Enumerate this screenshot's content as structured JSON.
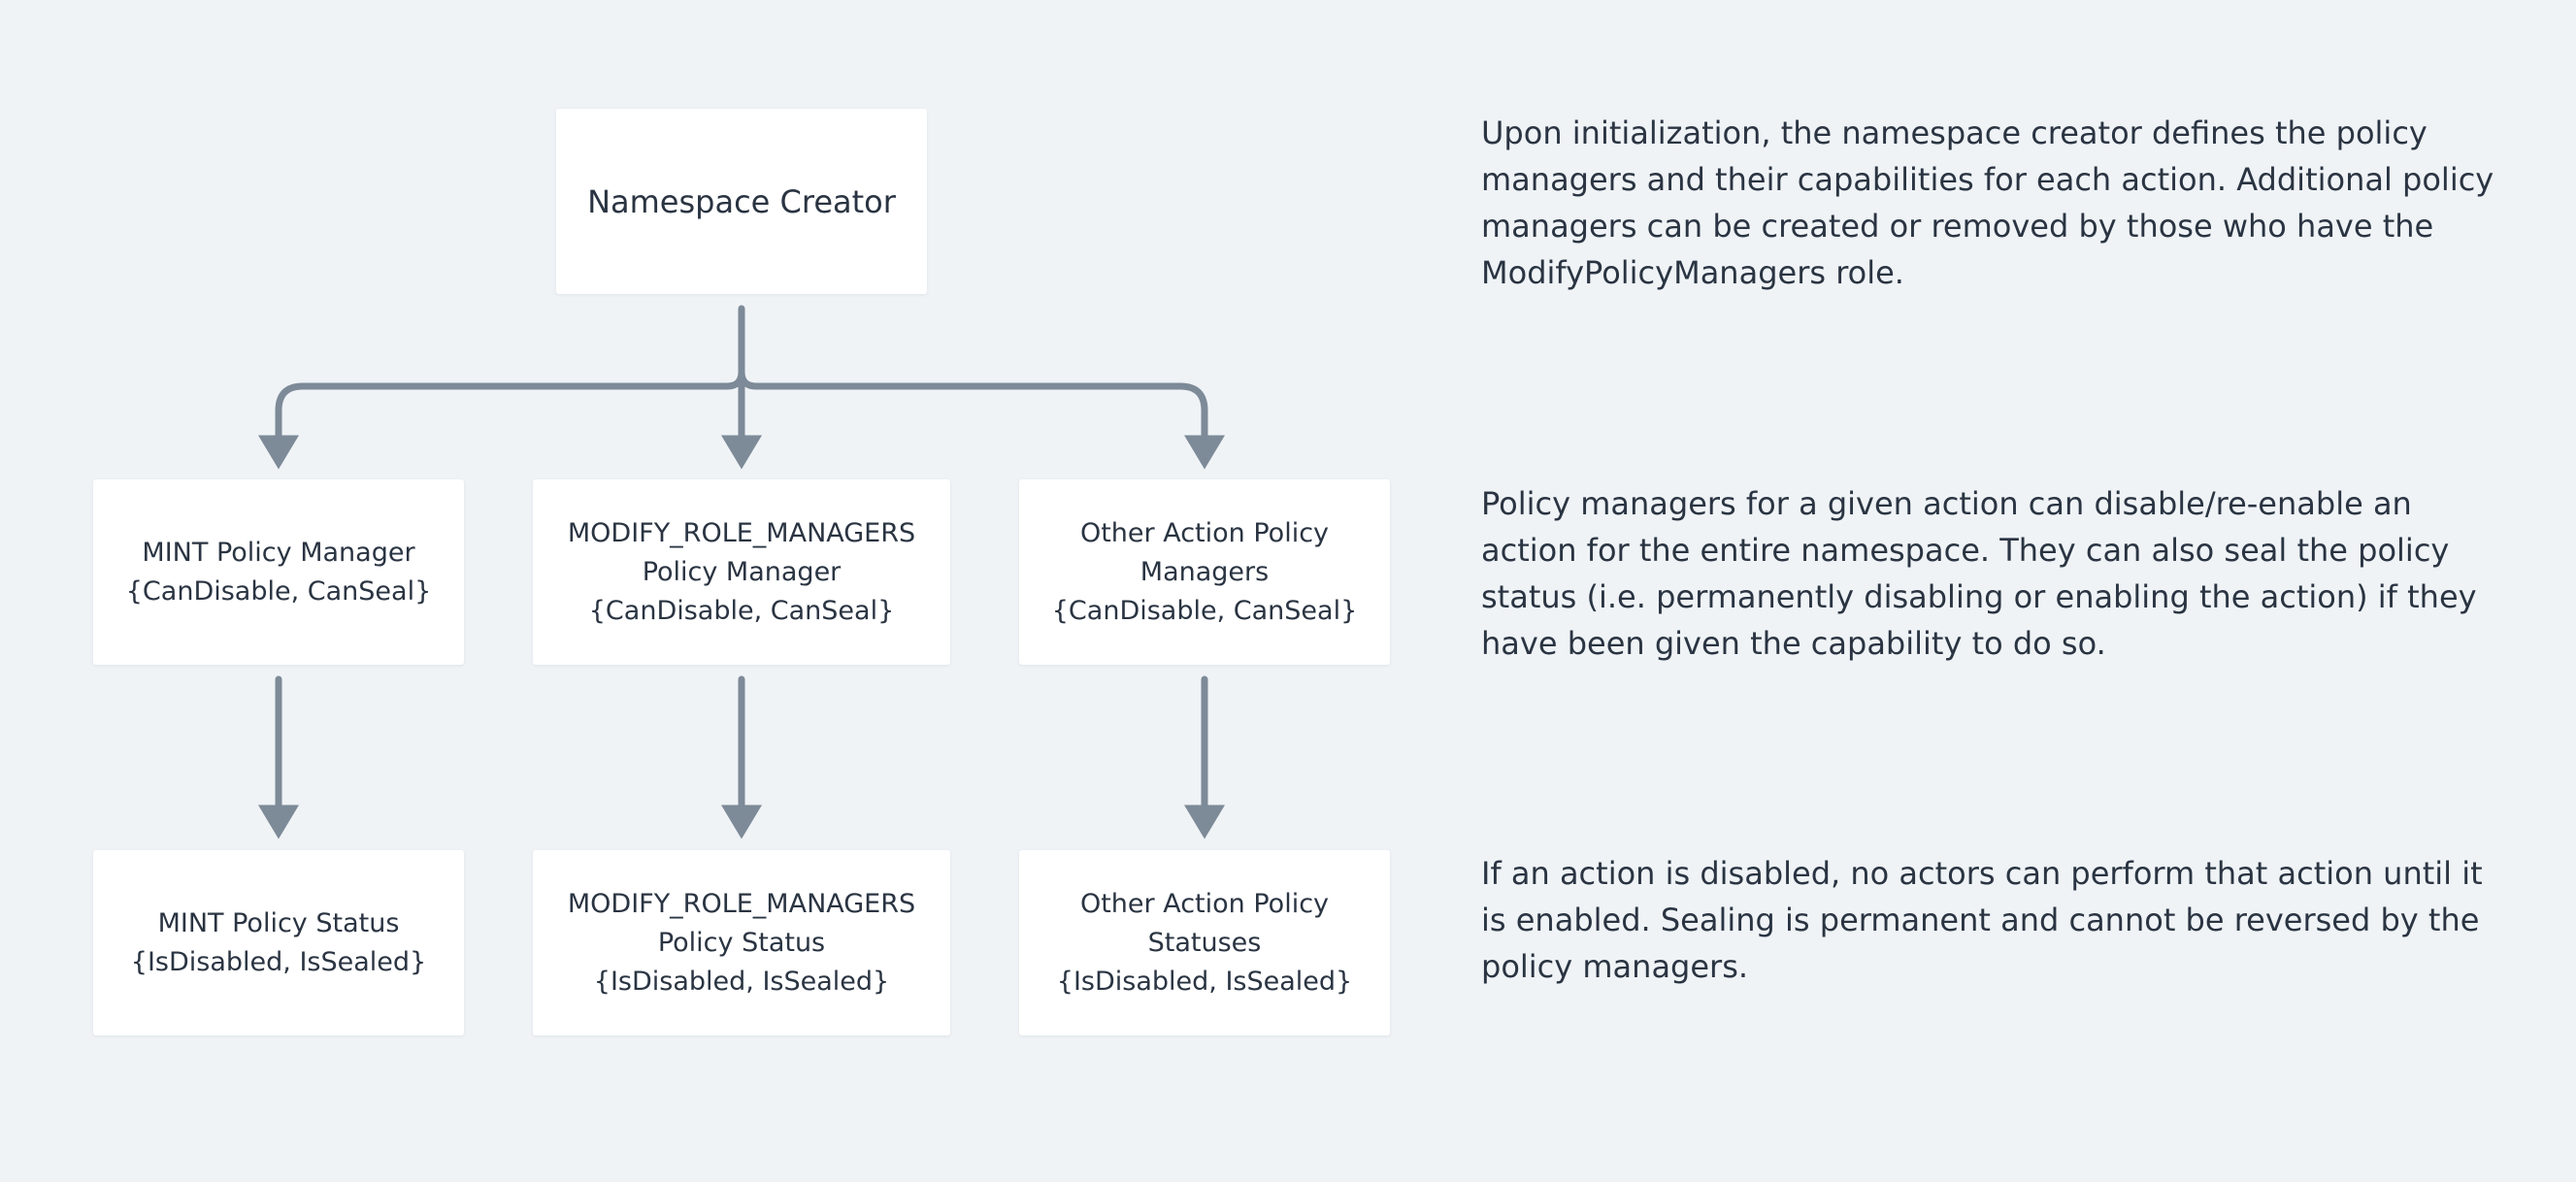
{
  "diagram": {
    "root": {
      "label": "Namespace Creator"
    },
    "managers": [
      {
        "label": "MINT Policy Manager\n{CanDisable, CanSeal}"
      },
      {
        "label": "MODIFY_ROLE_MANAGERS\nPolicy Manager\n{CanDisable, CanSeal}"
      },
      {
        "label": "Other Action Policy\nManagers\n{CanDisable, CanSeal}"
      }
    ],
    "statuses": [
      {
        "label": "MINT Policy Status\n{IsDisabled, IsSealed}"
      },
      {
        "label": "MODIFY_ROLE_MANAGERS\nPolicy Status\n{IsDisabled, IsSealed}"
      },
      {
        "label": "Other Action Policy\nStatuses\n{IsDisabled, IsSealed}"
      }
    ],
    "connector_color": "#7d8a98"
  },
  "notes": [
    "Upon initialization, the namespace creator defines the policy managers and their capabilities for each action. Additional policy managers can be created or removed by those who have the ModifyPolicyManagers role.",
    "Policy managers for a given action can disable/re-enable an action for the entire namespace. They can also seal the policy status (i.e. permanently disabling or enabling the action) if they have been given the capability to do so.",
    "If an action is disabled, no actors can perform that action until it is enabled. Sealing is permanent and cannot be reversed by the policy managers."
  ]
}
